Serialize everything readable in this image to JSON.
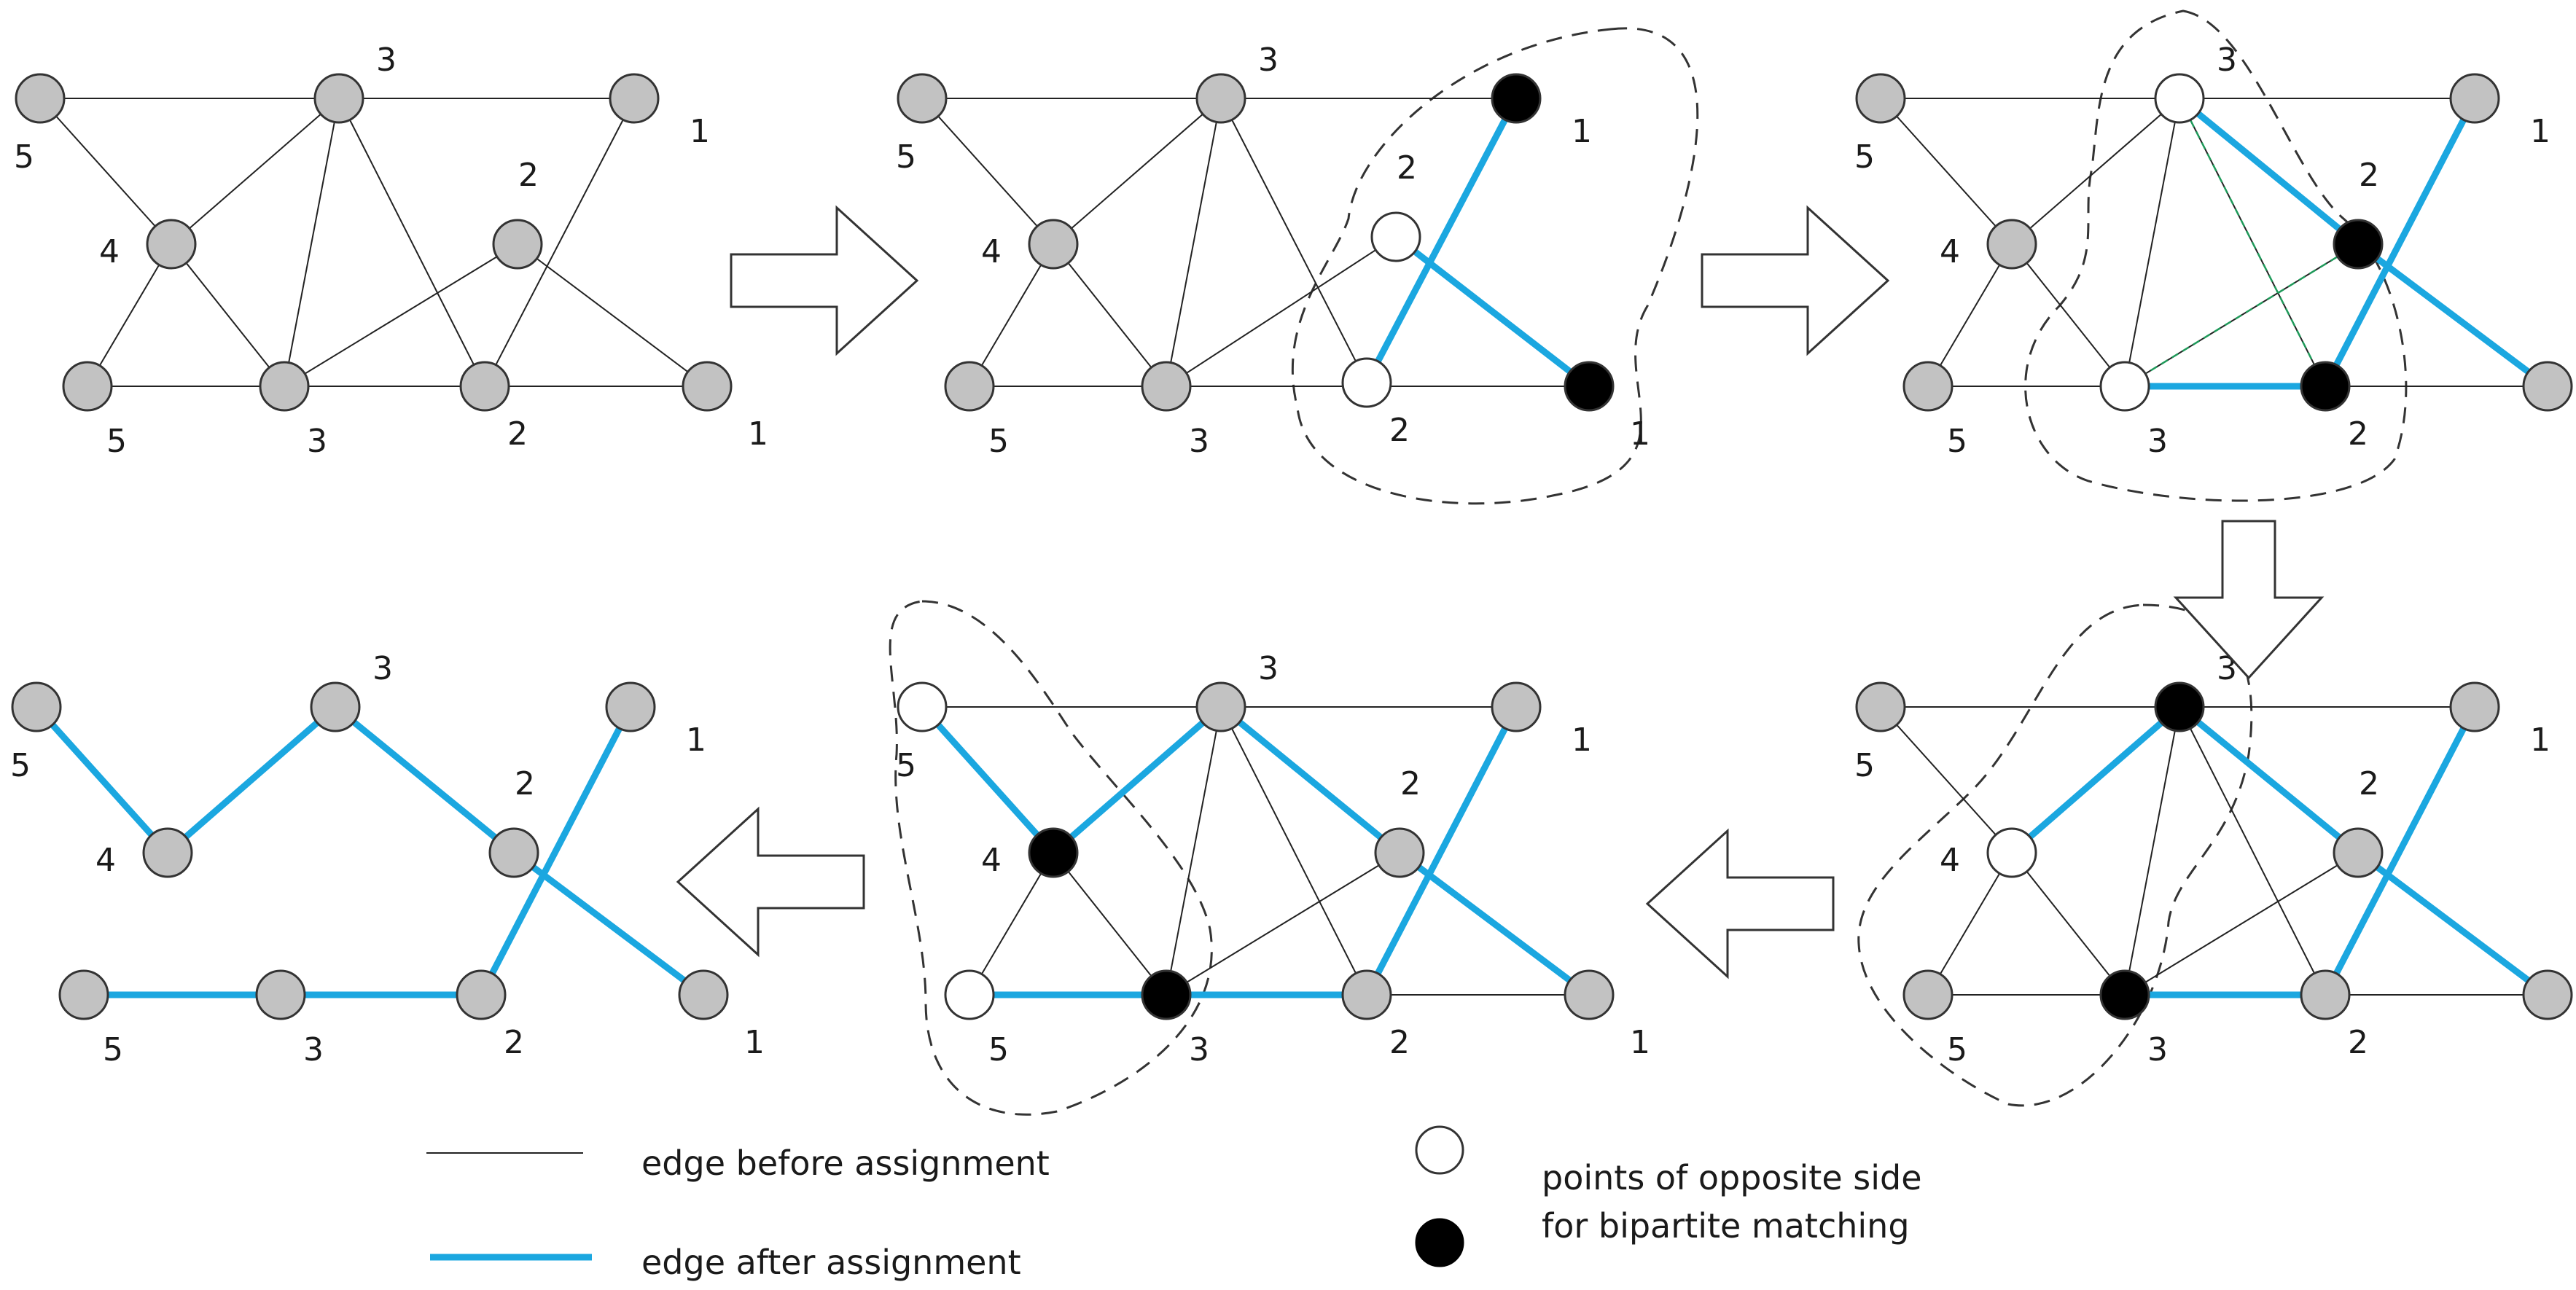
{
  "colors": {
    "edge_before": "#222222",
    "edge_after": "#1ba7e0",
    "dashed_green": "#1f9a5a",
    "node_gray": "#c2c2c2",
    "node_black": "#000000",
    "node_white": "#ffffff",
    "region_outline": "#333333"
  },
  "legend": {
    "edge_before_label": "edge before assignment",
    "edge_after_label": "edge after assignment",
    "points_label_line1": "points of opposite side",
    "points_label_line2": "for bipartite matching"
  },
  "panels": [
    {
      "id": "step-1",
      "node_labels": [
        "5",
        "3",
        "1",
        "4",
        "2",
        "5",
        "3",
        "2",
        "1"
      ],
      "node_states": [
        "gray",
        "gray",
        "gray",
        "gray",
        "gray",
        "gray",
        "gray",
        "gray",
        "gray"
      ],
      "blue_edges": [],
      "green_edges": []
    },
    {
      "id": "step-2",
      "node_labels": [
        "5",
        "3",
        "1",
        "4",
        "2",
        "5",
        "3",
        "2",
        "1"
      ],
      "node_states": [
        "gray",
        "gray",
        "black",
        "gray",
        "white",
        "gray",
        "gray",
        "white",
        "black"
      ],
      "blue_edges": [
        [
          2,
          7
        ],
        [
          4,
          8
        ]
      ],
      "green_edges": []
    },
    {
      "id": "step-3",
      "node_labels": [
        "5",
        "3",
        "1",
        "4",
        "2",
        "5",
        "3",
        "2",
        "1"
      ],
      "node_states": [
        "gray",
        "white",
        "gray",
        "gray",
        "black",
        "gray",
        "white",
        "black",
        "gray"
      ],
      "blue_edges": [
        [
          2,
          7
        ],
        [
          1,
          4
        ],
        [
          4,
          8
        ],
        [
          6,
          7
        ]
      ],
      "green_edges": [
        [
          1,
          7
        ],
        [
          4,
          6
        ]
      ]
    },
    {
      "id": "step-4",
      "node_labels": [
        "5",
        "3",
        "1",
        "4",
        "2",
        "5",
        "3",
        "2",
        "1"
      ],
      "node_states": [
        "gray",
        "black",
        "gray",
        "white",
        "gray",
        "gray",
        "black",
        "gray",
        "gray"
      ],
      "blue_edges": [
        [
          2,
          7
        ],
        [
          1,
          4
        ],
        [
          4,
          8
        ],
        [
          6,
          7
        ],
        [
          1,
          3
        ]
      ],
      "green_edges": []
    },
    {
      "id": "step-5",
      "node_labels": [
        "5",
        "3",
        "1",
        "4",
        "2",
        "5",
        "3",
        "2",
        "1"
      ],
      "node_states": [
        "white",
        "gray",
        "gray",
        "black",
        "gray",
        "white",
        "black",
        "gray",
        "gray"
      ],
      "blue_edges": [
        [
          2,
          7
        ],
        [
          1,
          4
        ],
        [
          4,
          8
        ],
        [
          6,
          7
        ],
        [
          1,
          3
        ],
        [
          0,
          3
        ],
        [
          5,
          6
        ]
      ],
      "green_edges": []
    },
    {
      "id": "step-6",
      "node_labels": [
        "5",
        "3",
        "1",
        "4",
        "2",
        "5",
        "3",
        "2",
        "1"
      ],
      "node_states": [
        "gray",
        "gray",
        "gray",
        "gray",
        "gray",
        "gray",
        "gray",
        "gray",
        "gray"
      ],
      "blue_edges": [
        [
          0,
          3
        ],
        [
          3,
          1
        ],
        [
          1,
          4
        ],
        [
          4,
          8
        ],
        [
          2,
          7
        ],
        [
          5,
          6
        ],
        [
          6,
          7
        ]
      ],
      "green_edges": [],
      "black_edges_shown": false
    }
  ]
}
